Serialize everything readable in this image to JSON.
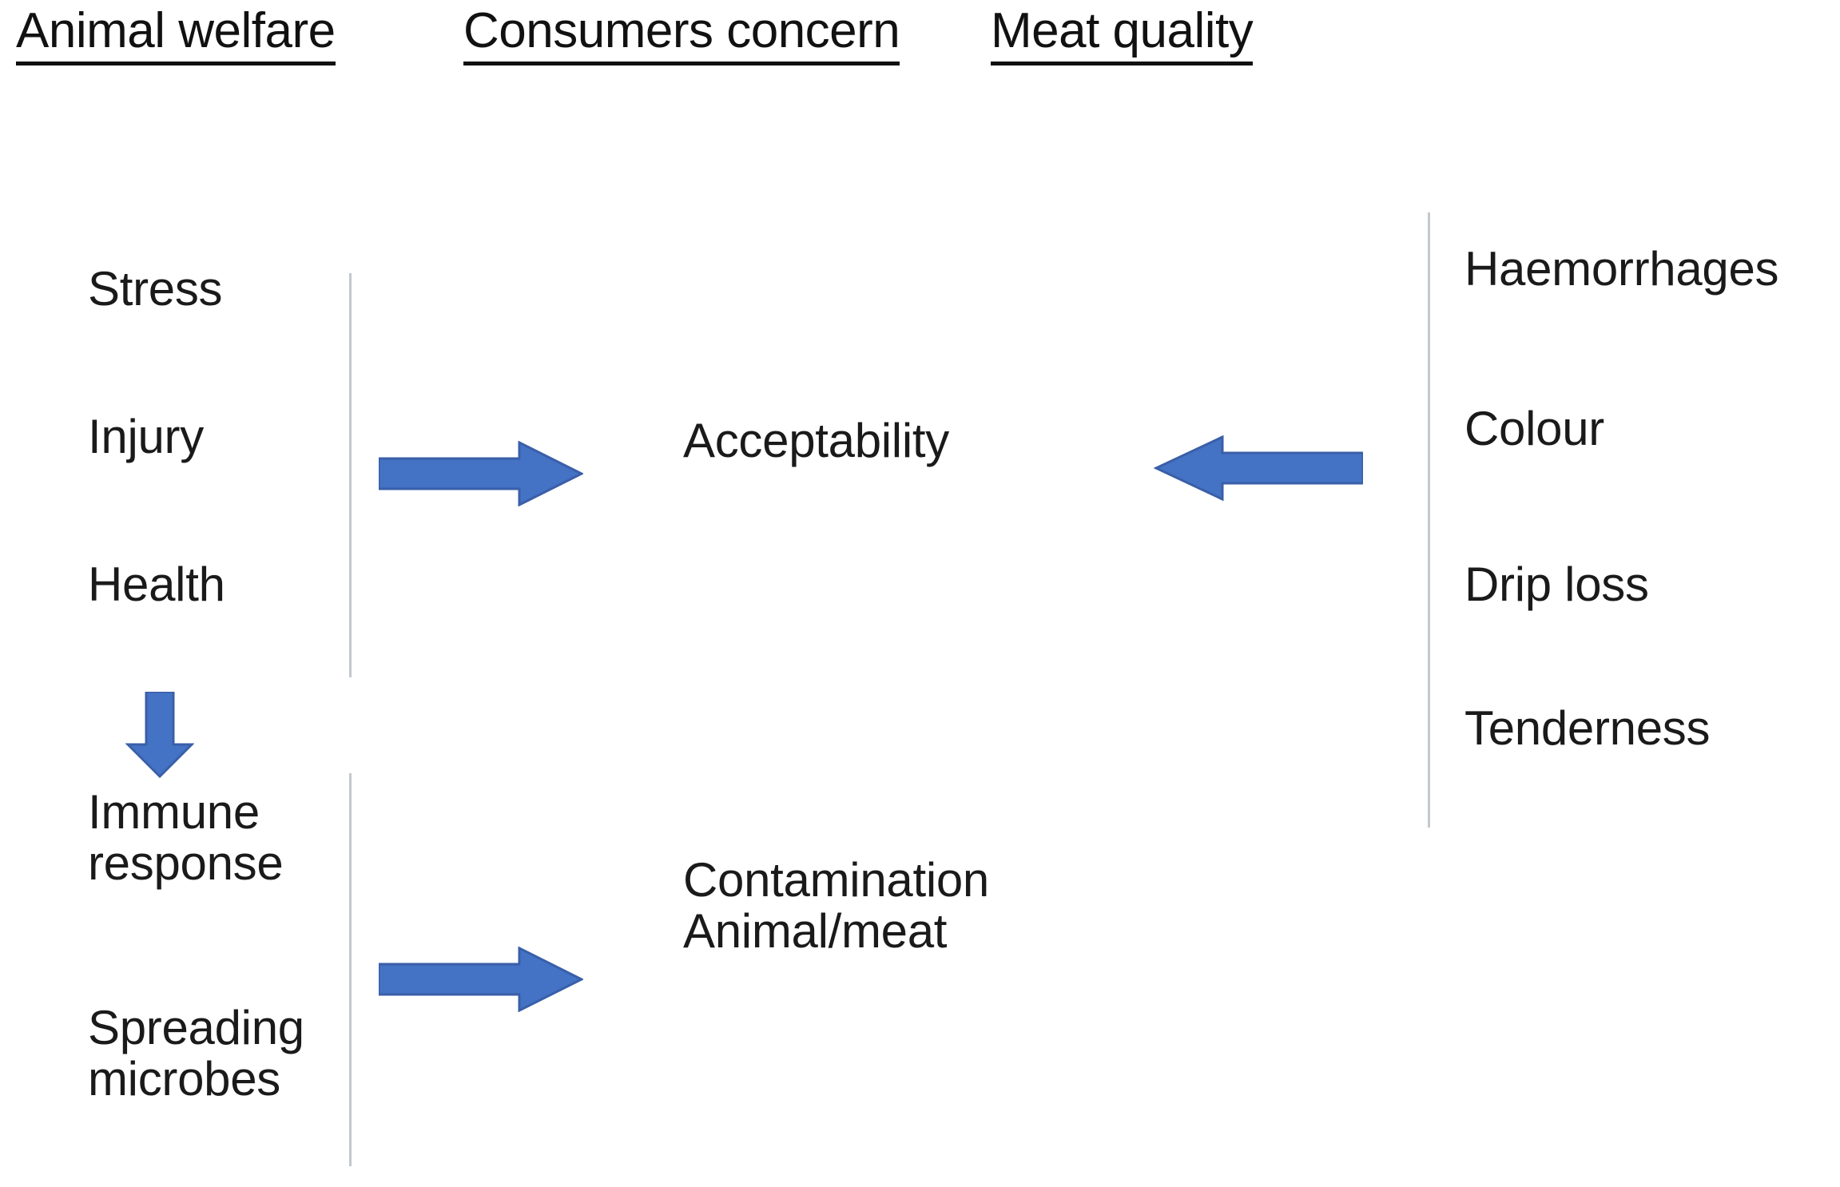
{
  "diagram": {
    "background_color": "#ffffff",
    "text_color": "#1a1a1a",
    "arrow_color": "#4472c4",
    "arrow_edge_color": "#3a5fa8",
    "rule_color": "#c2c8ce",
    "headings": [
      {
        "id": "animal-welfare",
        "label": "Animal welfare"
      },
      {
        "id": "consumers-concern",
        "label": "Consumers concern"
      },
      {
        "id": "meat-quality",
        "label": "Meat quality"
      }
    ],
    "columns": {
      "animal_welfare": {
        "title": "Animal welfare",
        "group_upper": [
          {
            "id": "stress",
            "label": "Stress"
          },
          {
            "id": "injury",
            "label": "Injury"
          },
          {
            "id": "health",
            "label": "Health"
          }
        ],
        "group_lower": [
          {
            "id": "immune-response",
            "label": "Immune\nresponse"
          },
          {
            "id": "spreading-microbes",
            "label": "Spreading\nmicrobes"
          }
        ]
      },
      "consumers_concern": {
        "title": "Consumers concern",
        "items": [
          {
            "id": "acceptability",
            "label": "Acceptability"
          },
          {
            "id": "contamination",
            "label": "Contamination\nAnimal/meat"
          }
        ]
      },
      "meat_quality": {
        "title": "Meat quality",
        "items": [
          {
            "id": "haemorrhages",
            "label": "Haemorrhages"
          },
          {
            "id": "colour",
            "label": "Colour"
          },
          {
            "id": "drip-loss",
            "label": "Drip loss"
          },
          {
            "id": "tenderness",
            "label": "Tenderness"
          }
        ]
      }
    },
    "arrows": [
      {
        "id": "welfare-to-acceptability",
        "direction": "right"
      },
      {
        "id": "meat-quality-to-acceptability",
        "direction": "left"
      },
      {
        "id": "health-to-immune-response",
        "direction": "down"
      },
      {
        "id": "microbes-to-contamination",
        "direction": "right"
      }
    ]
  }
}
